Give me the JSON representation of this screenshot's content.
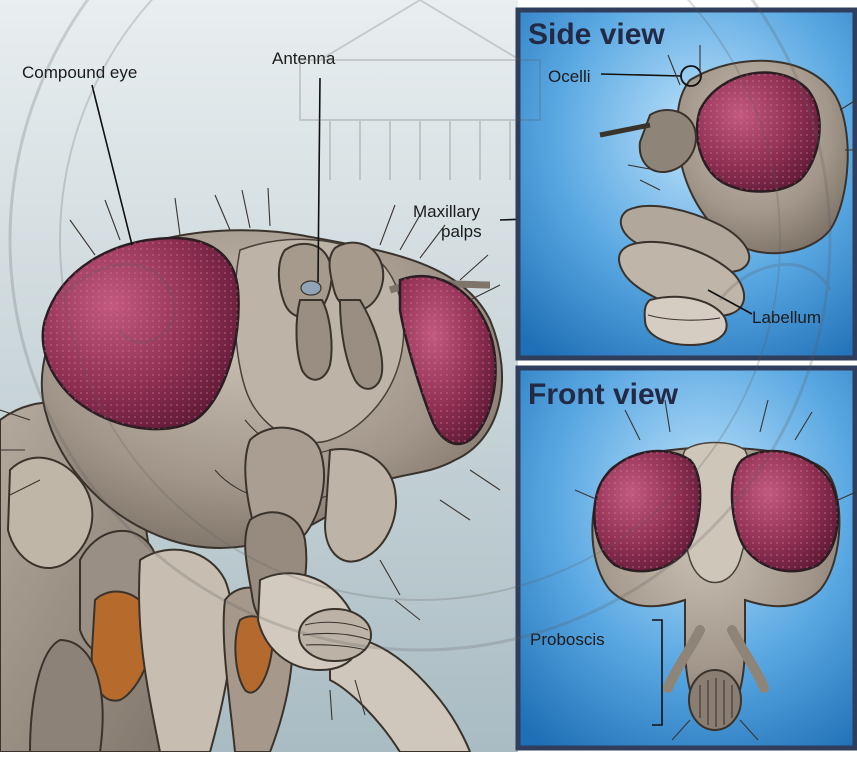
{
  "main": {
    "labels": {
      "compound_eye": "Compound eye",
      "antenna": "Antenna",
      "maxillary_palps_line1": "Maxillary",
      "maxillary_palps_line2": "palps"
    }
  },
  "side_view": {
    "title": "Side view",
    "labels": {
      "ocelli": "Ocelli",
      "labellum": "Labellum"
    }
  },
  "front_view": {
    "title": "Front view",
    "labels": {
      "proboscis": "Proboscis"
    }
  },
  "colors": {
    "eye": "#8e2f52",
    "eye_highlight": "#c7567e",
    "head": "#a79a8a",
    "panel_blue": "#3f8fd0",
    "panel_border": "#2e3e5c",
    "background": "#cfd9dc"
  },
  "icons": [
    "watermark-seal-icon"
  ]
}
